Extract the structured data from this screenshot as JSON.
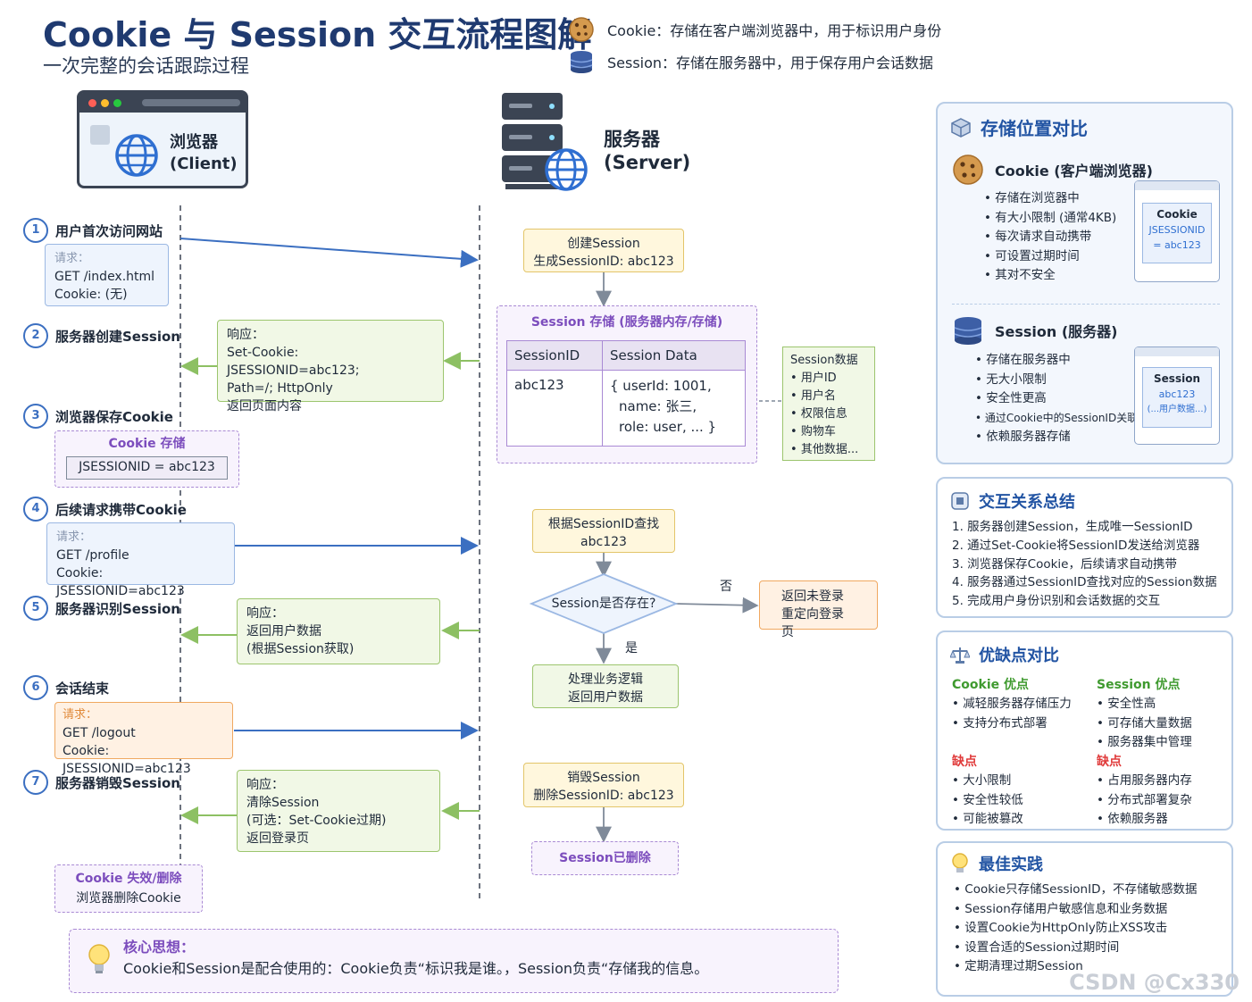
{
  "header": {
    "title": "Cookie 与 Session 交互流程图解",
    "subtitle": "一次完整的会话跟踪过程",
    "legend": [
      {
        "icon": "cookie-icon",
        "text": "Cookie：存储在客户端浏览器中，用于标识用户身份"
      },
      {
        "icon": "database-icon",
        "text": "Session：存储在服务器中，用于保存用户会话数据"
      }
    ]
  },
  "actors": {
    "browser": {
      "name": "浏览器",
      "sub": "(Client)"
    },
    "server": {
      "name": "服务器",
      "sub": "(Server)"
    }
  },
  "steps": [
    {
      "num": "1",
      "label": "用户首次访问网站"
    },
    {
      "num": "2",
      "label": "服务器创建Session"
    },
    {
      "num": "3",
      "label": "浏览器保存Cookie"
    },
    {
      "num": "4",
      "label": "后续请求携带Cookie"
    },
    {
      "num": "5",
      "label": "服务器识别Session"
    },
    {
      "num": "6",
      "label": "会话结束"
    },
    {
      "num": "7",
      "label": "服务器销毁Session"
    }
  ],
  "messages": {
    "req1": {
      "label": "请求：",
      "line1": "GET  /index.html",
      "line2": "Cookie: (无)"
    },
    "resp2": {
      "label": "响应：",
      "line1": "Set-Cookie:  JSESSIONID=abc123;",
      "line2": "Path=/;  HttpOnly",
      "line3": "返回页面内容"
    },
    "cookie_store": {
      "title": "Cookie 存储",
      "value": "JSESSIONID  =  abc123"
    },
    "req4": {
      "label": "请求：",
      "line1": "GET  /profile",
      "line2": "Cookie:  JSESSIONID=abc123"
    },
    "resp5": {
      "label": "响应：",
      "line1": "返回用户数据",
      "line2": "(根据Session获取)"
    },
    "req6": {
      "label": "请求：",
      "line1": "GET  /logout",
      "line2": "Cookie:  JSESSIONID=abc123"
    },
    "resp7": {
      "label": "响应：",
      "line1": "清除Session",
      "line2": "(可选：Set-Cookie过期)",
      "line3": "返回登录页"
    },
    "cookie_invalid": {
      "title": "Cookie 失效/删除",
      "line1": "浏览器删除Cookie"
    }
  },
  "server_flow": {
    "create": {
      "line1": "创建Session",
      "line2": "生成SessionID: abc123"
    },
    "store_title": "Session 存储 (服务器内存/存储)",
    "table": {
      "headers": [
        "SessionID",
        "Session Data"
      ],
      "id": "abc123",
      "data_line1": "{ userId: 1001,",
      "data_line2": "name: 张三,",
      "data_line3": "role: user, ... }"
    },
    "note": {
      "title": "Session数据",
      "items": [
        "用户ID",
        "用户名",
        "权限信息",
        "购物车",
        "其他数据..."
      ]
    },
    "lookup": {
      "line1": "根据SessionID查找",
      "line2": "abc123"
    },
    "decision": "Session是否存在?",
    "no_label": "否",
    "yes_label": "是",
    "not_login": {
      "line1": "返回未登录",
      "line2": "重定向登录页"
    },
    "process": {
      "line1": "处理业务逻辑",
      "line2": "返回用户数据"
    },
    "destroy": {
      "line1": "销毁Session",
      "line2": "删除SessionID: abc123"
    },
    "deleted": "Session已删除"
  },
  "core_idea": {
    "title": "核心思想：",
    "text": "Cookie和Session是配合使用的：Cookie负责“标识我是谁。，Session负责“存储我的信息。"
  },
  "panel_storage": {
    "title": "存储位置对比",
    "cookie_title": "Cookie (客户端浏览器)",
    "cookie_items": [
      "存储在浏览器中",
      "有大小限制 (通常4KB)",
      "每次请求自动携带",
      "可设置过期时间",
      "其对不安全"
    ],
    "cookie_card": {
      "title": "Cookie",
      "line1": "JSESSIONID",
      "line2": "= abc123"
    },
    "session_title": "Session (服务器)",
    "session_items": [
      "存储在服务器中",
      "无大小限制",
      "安全性更高",
      "通过Cookie中的SessionID关联",
      "依赖服务器存储"
    ],
    "session_card": {
      "title": "Session",
      "line1": "abc123",
      "line2": "(...用户数据...)"
    }
  },
  "panel_summary": {
    "title": "交互关系总结",
    "items": [
      "1.   服务器创建Session，生成唯一SessionID",
      "2.   通过Set-Cookie将SessionID发送给浏览器",
      "3.   浏览器保存Cookie，后续请求自动携带",
      "4.   服务器通过SessionID查找对应的Session数据",
      "5.   完成用户身份识别和会话数据的交互"
    ]
  },
  "panel_proscons": {
    "title": "优缺点对比",
    "cookie_pros_title": "Cookie 优点",
    "cookie_pros": [
      "减轻服务器存储压力",
      "支持分布式部署"
    ],
    "cookie_cons_title": "缺点",
    "cookie_cons": [
      "大小限制",
      "安全性较低",
      "可能被篡改"
    ],
    "session_pros_title": "Session 优点",
    "session_pros": [
      "安全性高",
      "可存储大量数据",
      "服务器集中管理"
    ],
    "session_cons_title": "缺点",
    "session_cons": [
      "占用服务器内存",
      "分布式部署复杂",
      "依赖服务器"
    ]
  },
  "panel_best": {
    "title": "最佳实践",
    "items": [
      "Cookie只存储SessionID，不存储敏感数据",
      "Session存储用户敏感信息和业务数据",
      "设置Cookie为HttpOnly防止XSS攻击",
      "设置合适的Session过期时间",
      "定期清理过期Session"
    ]
  },
  "watermark": "CSDN @Cx330",
  "colors": {
    "blue_arrow": "#3b6fc1",
    "green_arrow": "#8dc063",
    "title": "#1f3a70",
    "panel_title": "#2254a3"
  }
}
